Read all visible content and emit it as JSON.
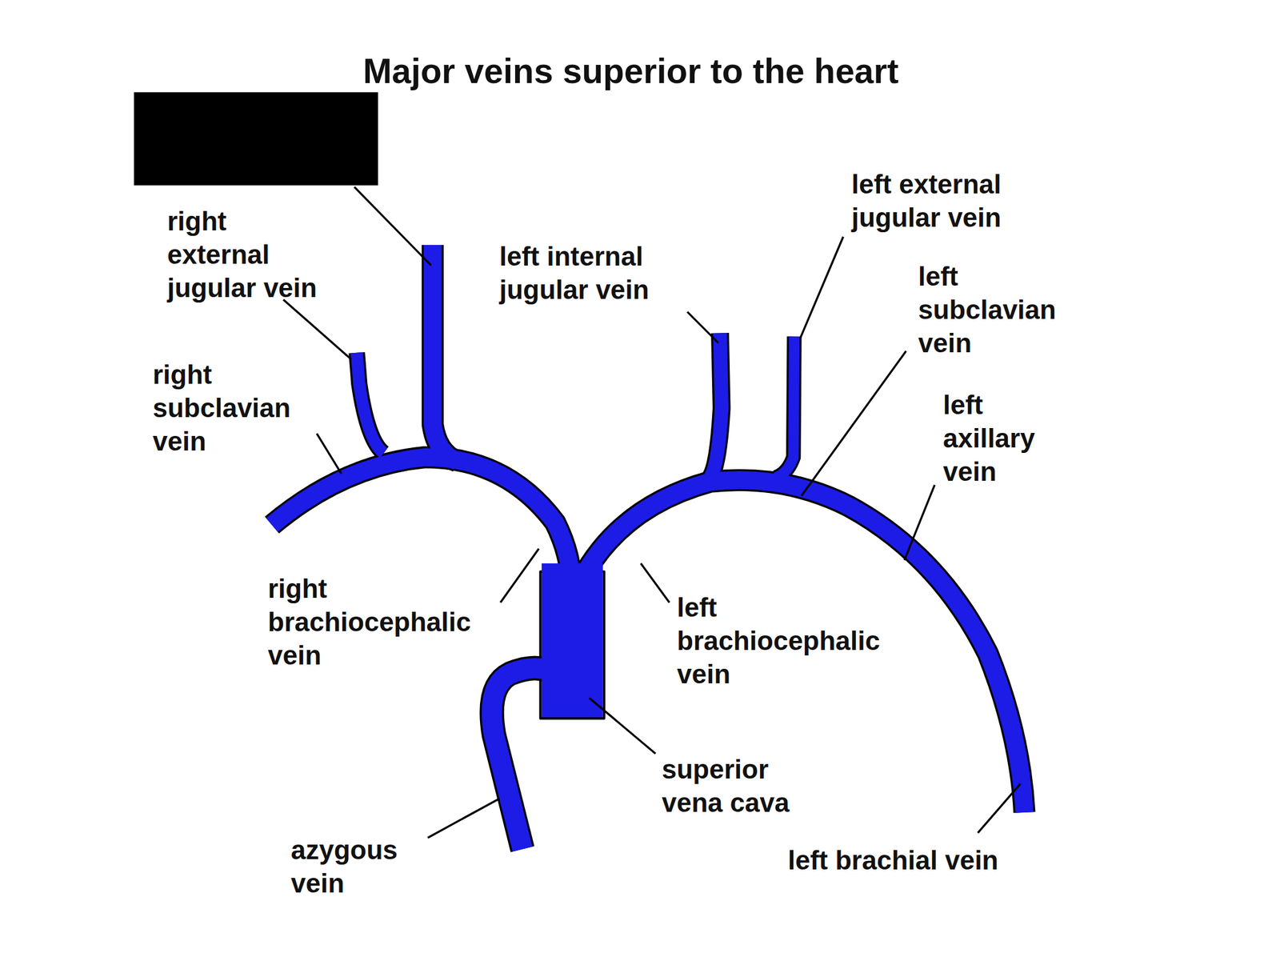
{
  "diagram": {
    "title": "Major veins superior to the heart",
    "labels": [
      "right external jugular vein",
      "right subclavian vein",
      "right brachiocephalic vein",
      "azygous vein",
      "left internal jugular vein",
      "left external jugular vein",
      "left subclavian vein",
      "left axillary vein",
      "left brachiocephalic vein",
      "superior vena cava",
      "left brachial vein"
    ]
  }
}
